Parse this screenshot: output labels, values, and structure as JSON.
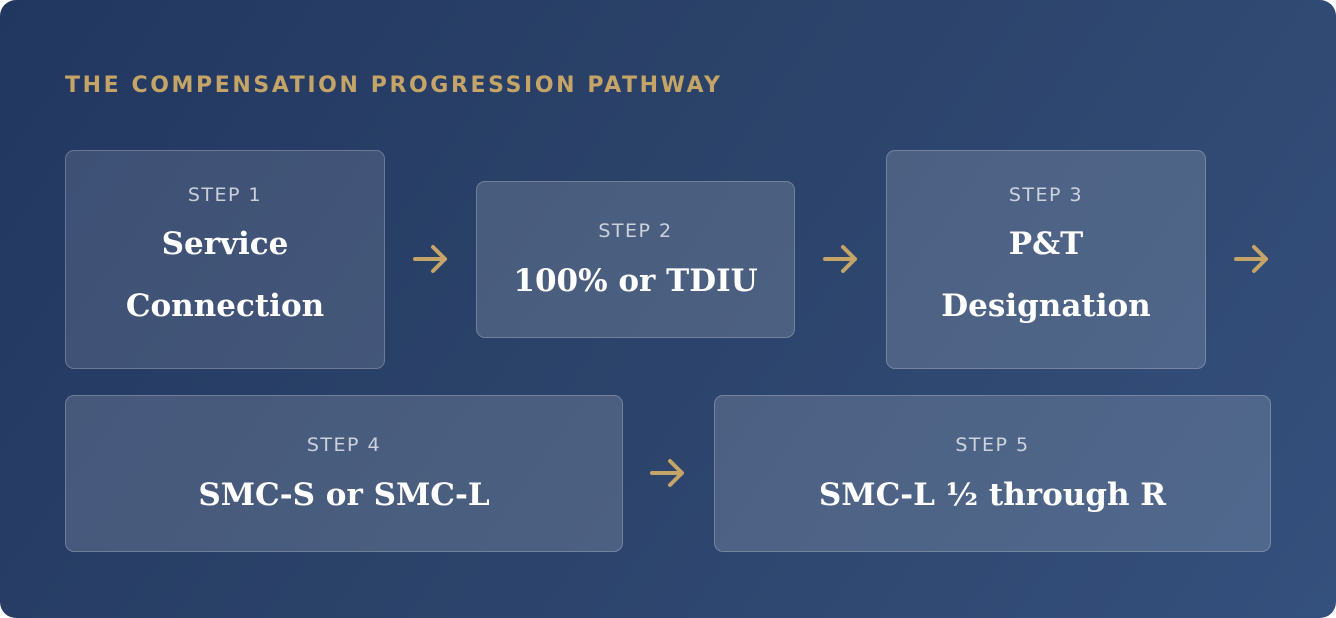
{
  "heading": "THE COMPENSATION PROGRESSION PATHWAY",
  "colors": {
    "accent": "#c4a467",
    "panel_start": "#223760",
    "panel_end": "#34507c",
    "title_text": "#ffffff"
  },
  "steps": [
    {
      "label": "STEP 1",
      "title_line1": "Service",
      "title_line2": "Connection"
    },
    {
      "label": "STEP 2",
      "title": "100% or TDIU"
    },
    {
      "label": "STEP 3",
      "title_line1": "P&T",
      "title_line2": "Designation"
    },
    {
      "label": "STEP 4",
      "title": "SMC-S or SMC-L"
    },
    {
      "label": "STEP 5",
      "title": "SMC-L ½ through R"
    }
  ],
  "connectors": {
    "icon": "arrow-right-icon",
    "count": 4
  }
}
